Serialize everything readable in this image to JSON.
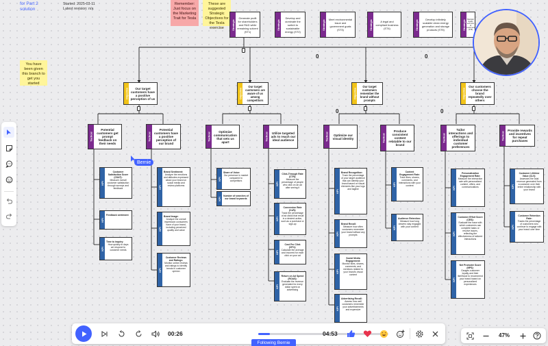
{
  "corner_notes": {
    "top_left_link": "for Part 2 solution",
    "started": "Started: 2025-03-11",
    "latest_revision": "Latest revision: n/a"
  },
  "stickies": {
    "pink": "Remember: Just focus on the Marketing Trait for Tesla",
    "yellow_top": "These are suggested Strategic Objectives for the Tesla exercise",
    "yellow_left": "You have been given this branch to get you started"
  },
  "strategic_row": [
    {
      "tab": "Strategic",
      "text": "Generate profit for shareholders and R&D while remaining solvent (ST1)"
    },
    {
      "tab": "Strategic",
      "text": "Develop and dominate the switch to sustainable energy (ST2)"
    },
    {
      "tab": "Strategic",
      "text": "Meet environmental issue and government goals (ST3)"
    },
    {
      "tab": "Strategic",
      "text": "A legal and compliant business (ST4)"
    },
    {
      "tab": "Strategic",
      "text": "Develop infinitely scalable clean energy generation and storage products (ST5)"
    },
    {
      "tab": "Strategic",
      "text": "Maintain loyalty and trust of customers (ST6)"
    }
  ],
  "counters": {
    "top": "0",
    "mid": "0"
  },
  "objectives": [
    {
      "tab": "Objective",
      "text": "Our target customers have a positive perception of us"
    },
    {
      "tab": "Objective",
      "text": "Our target customers are aware of us among competitors"
    },
    {
      "tab": "Objective",
      "text": "Our target customers remember the brand without prompts"
    },
    {
      "tab": "Objective",
      "text": "Our customers choose the brand repeatedly over others"
    }
  ],
  "tacticals": [
    {
      "tab": "Tactical",
      "text": "Potential customers get prompt feedback on their needs"
    },
    {
      "tab": "Tactical",
      "text": "Potential customers have a positive perception of our brand"
    },
    {
      "tab": "Tactical",
      "text": "Optimize communication that sets us apart"
    },
    {
      "tab": "Tactical",
      "text": "Utilize targeted ads to reach our ideal audience"
    },
    {
      "tab": "Tactical",
      "text": "Optimize our visual identity"
    },
    {
      "tab": "Tactical",
      "text": "Produce consistent content relatable to our brand"
    },
    {
      "tab": "Tactical",
      "text": "Tailor interactions and offerings to individual customer preferences"
    },
    {
      "tab": "Tactical",
      "text": "Provide rewards and incentives for repeat purchases"
    }
  ],
  "kpis": [
    {
      "tab": "KPI",
      "title": "Customer Satisfaction Score (CSAT):",
      "text": "Measure overall customer satisfaction through surveys and feedback"
    },
    {
      "tab": "KPI",
      "title": "Feedback sentiment",
      "text": ""
    },
    {
      "tab": "KPI",
      "title": "Time to inquiry:",
      "text": "How quickly in days we respond to customer needs"
    },
    {
      "tab": "KPI",
      "title": "Brand Sentiment:",
      "text": "Analyze the emotions and attitudes expressed about your brand on social media and review platforms"
    },
    {
      "tab": "KPI",
      "title": "Brand Image:",
      "text": "Analyze the overall impression consumers have of your brand, including perceived quality and value"
    },
    {
      "tab": "KPI",
      "title": "Customer Reviews and Ratings:",
      "text": "Monitor online reviews and ratings to identify trends in customer opinion"
    },
    {
      "tab": "KPI",
      "title": "Share of Voice:",
      "text": "Our presence in market compared to competitors"
    },
    {
      "tab": "KPI",
      "title": "Number of searches of our brand keywords",
      "text": ""
    },
    {
      "tab": "KPI",
      "title": "Click-Through Rate (CTR):",
      "text": "Measure the percentage of people who click on an ad after seeing it"
    },
    {
      "tab": "KPI",
      "title": "Conversion Rate (CvR):",
      "text": "Track the percentage of ad clicks that result in a desired action, such as a purchase or sign-up"
    },
    {
      "tab": "KPI",
      "title": "Cost Per Click (CPC):",
      "text": "Calculate the average cost incurred for each click on your ad"
    },
    {
      "tab": "KPI",
      "title": "Return on Ad Spend (ROAS):",
      "text": "Evaluate the revenue generated for every dollar spent on advertising"
    },
    {
      "tab": "KPI",
      "title": "Brand Recognition:",
      "text": "Track the percentage of your target audience that can identify your brand based on visual elements like your logo and tagline"
    },
    {
      "tab": "KPI",
      "title": "Brand Recall:",
      "text": "Measure how often customers remember your brand without any prompts"
    },
    {
      "tab": "KPI",
      "title": "Social Media Engagement:",
      "text": "Monitor likes, shares, comments, and mentions related to your brand's visual content"
    },
    {
      "tab": "KPI",
      "title": "Advertising Recall:",
      "text": "Assess how well customers remember your advertisements and expensive"
    },
    {
      "tab": "KPI",
      "title": "Content Engagement Rate:",
      "text": "Track likes, shares, comments, and interactions with your content"
    },
    {
      "tab": "KPI",
      "title": "Audience Retention:",
      "text": "Measure how long viewers stay engaged with your content"
    },
    {
      "tab": "KPI",
      "title": "Personalization Engagement Rate:",
      "text": "Measure the interaction rate with personalized content, offers, and communications"
    },
    {
      "tab": "KPI",
      "title": "Customer Effort Score (CES):",
      "text": "Evaluate the ease with which customers can complete tasks or resolve issues, reflecting the effectiveness of tailored interactions"
    },
    {
      "tab": "KPI",
      "title": "Net Promoter Score (NPS):",
      "text": "Gauges customer loyalty and their likelihood to recommend your brand based on personalized experiences"
    },
    {
      "tab": "KPI",
      "title": "Customer Lifetime Value (CLV):",
      "text": "Assesses the total revenue generated from a customer over their entire relationship with your brand"
    },
    {
      "tab": "KPI",
      "title": "Customer Retention Rate:",
      "text": "Tracks the percentage of customers who continue to engage with your brand over time"
    }
  ],
  "cursor": {
    "name": "Bernie"
  },
  "toolbar": {
    "tools": [
      "select",
      "sticky-note",
      "comment",
      "emoji",
      "undo",
      "redo"
    ]
  },
  "player": {
    "current_time": "00:26",
    "total_time": "04:53",
    "progress": 0.09
  },
  "following_label": "Following Bernie",
  "zoom": {
    "value": "47%"
  },
  "colors": {
    "strategic": "#7b2a8e",
    "objective": "#f2c419",
    "kpi": "#2f63a6",
    "accent": "#4262ff",
    "pink_sticky": "#f7a8a8",
    "yellow_sticky": "#fff59a"
  }
}
